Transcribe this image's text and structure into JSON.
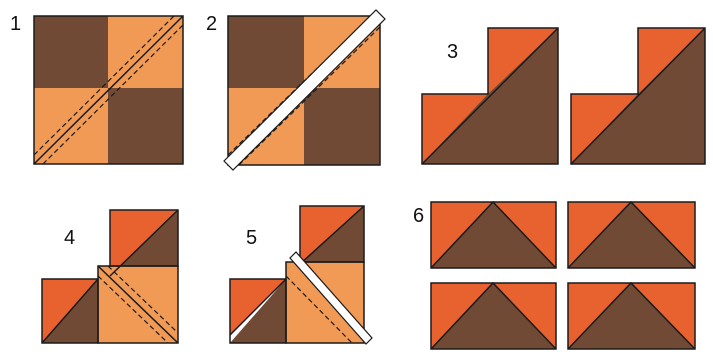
{
  "steps": [
    {
      "label": "1"
    },
    {
      "label": "2"
    },
    {
      "label": "3"
    },
    {
      "label": "4"
    },
    {
      "label": "5"
    },
    {
      "label": "6"
    }
  ],
  "colors": {
    "brown": "#704a35",
    "orange": "#f19a55",
    "dark_orange": "#e8622f",
    "outline": "#1a1a1a",
    "background": "#ffffff"
  }
}
